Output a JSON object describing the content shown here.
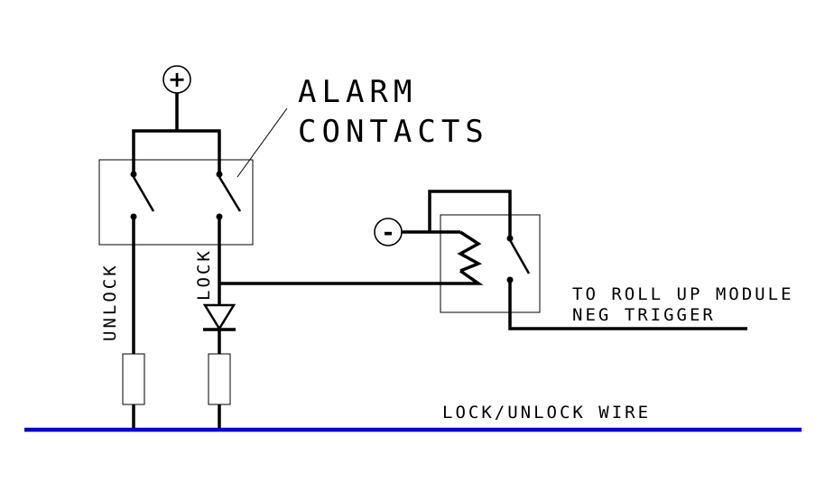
{
  "labels": {
    "alarm_contacts_line1": "ALARM",
    "alarm_contacts_line2": "CONTACTS",
    "unlock": "UNLOCK",
    "lock": "LOCK",
    "roll_up_line1": "TO ROLL UP MODULE",
    "roll_up_line2": "NEG TRIGGER",
    "lock_unlock_wire": "LOCK/UNLOCK WIRE",
    "positive_terminal": "+",
    "negative_terminal": "-"
  },
  "colors": {
    "wire": "#000000",
    "lock_unlock_wire": "#0000cc",
    "box_outline": "#000000"
  }
}
